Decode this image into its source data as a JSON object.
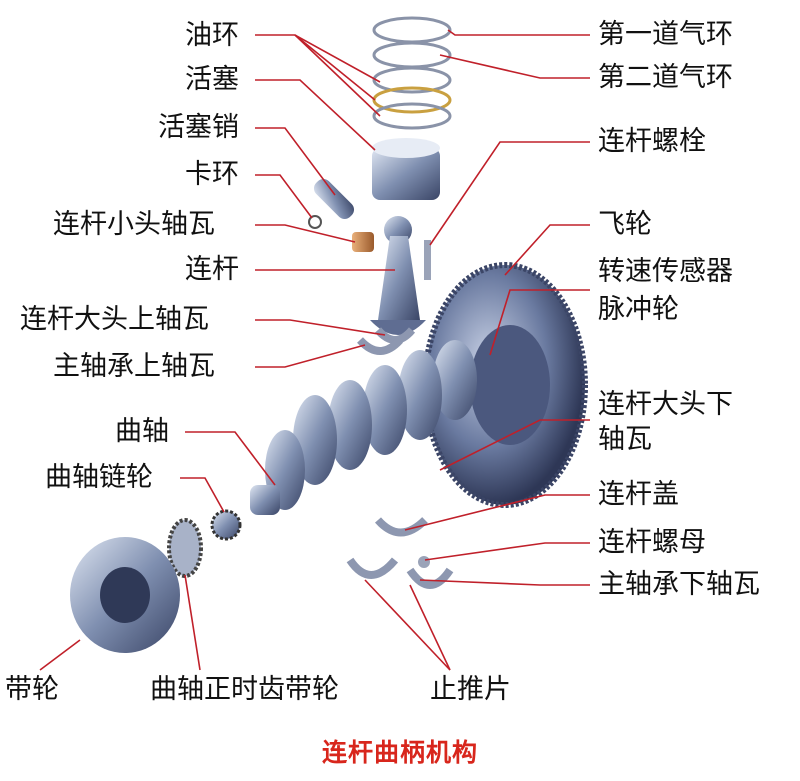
{
  "title": "连杆曲柄机构",
  "colors": {
    "title": "#d8261c",
    "leader_line": "#c0202a",
    "metal": "#7f8fb0"
  },
  "labels_left": {
    "oil_ring": "油环",
    "piston": "活塞",
    "piston_pin": "活塞销",
    "snap_ring": "卡环",
    "small_end_bushing": "连杆小头轴瓦",
    "connecting_rod": "连杆",
    "big_end_upper_bearing": "连杆大头上轴瓦",
    "main_upper_bearing": "主轴承上轴瓦",
    "crankshaft": "曲轴",
    "crank_sprocket": "曲轴链轮"
  },
  "labels_bottom": {
    "pulley": "带轮",
    "timing_belt_pulley": "曲轴正时齿带轮",
    "thrust_washer": "止推片"
  },
  "labels_right": {
    "first_compression_ring": "第一道气环",
    "second_compression_ring": "第二道气环",
    "rod_bolt": "连杆螺栓",
    "flywheel": "飞轮",
    "speed_sensor_line1": "转速传感器",
    "speed_sensor_line2": "脉冲轮",
    "big_end_lower_line1": "连杆大头下",
    "big_end_lower_line2": "轴瓦",
    "rod_cap": "连杆盖",
    "rod_nut": "连杆螺母",
    "main_lower_bearing": "主轴承下轴瓦"
  }
}
